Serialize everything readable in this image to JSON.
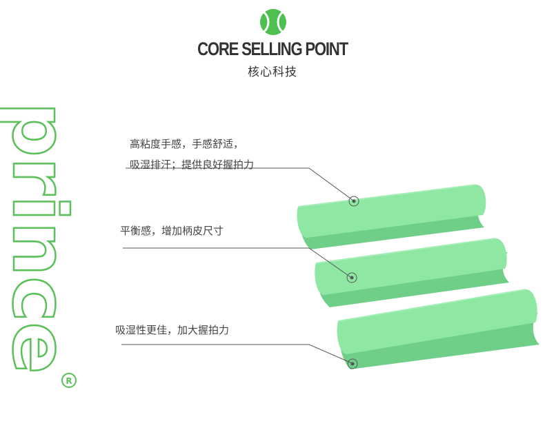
{
  "header": {
    "title": "CORE SELLING POINT",
    "subtitle": "核心科技"
  },
  "brand": {
    "logo_text": "prince",
    "logo_icon": "tennis-ball-icon",
    "registered_icon": "registered-mark-icon"
  },
  "features": [
    {
      "lines": [
        "高粘度手感，手感舒适，",
        "吸湿排汗；提供良好握拍力"
      ]
    },
    {
      "lines": [
        "平衡感，增加柄皮尺寸"
      ]
    },
    {
      "lines": [
        "吸湿性更佳，加大握拍力"
      ]
    }
  ],
  "colors": {
    "grip_green": "#8ee8a4",
    "grip_shadow": "#6fcf88",
    "brand_green": "#5bbf5a",
    "ball_green": "#4fbf4f",
    "text": "#333333",
    "line": "#555555"
  }
}
